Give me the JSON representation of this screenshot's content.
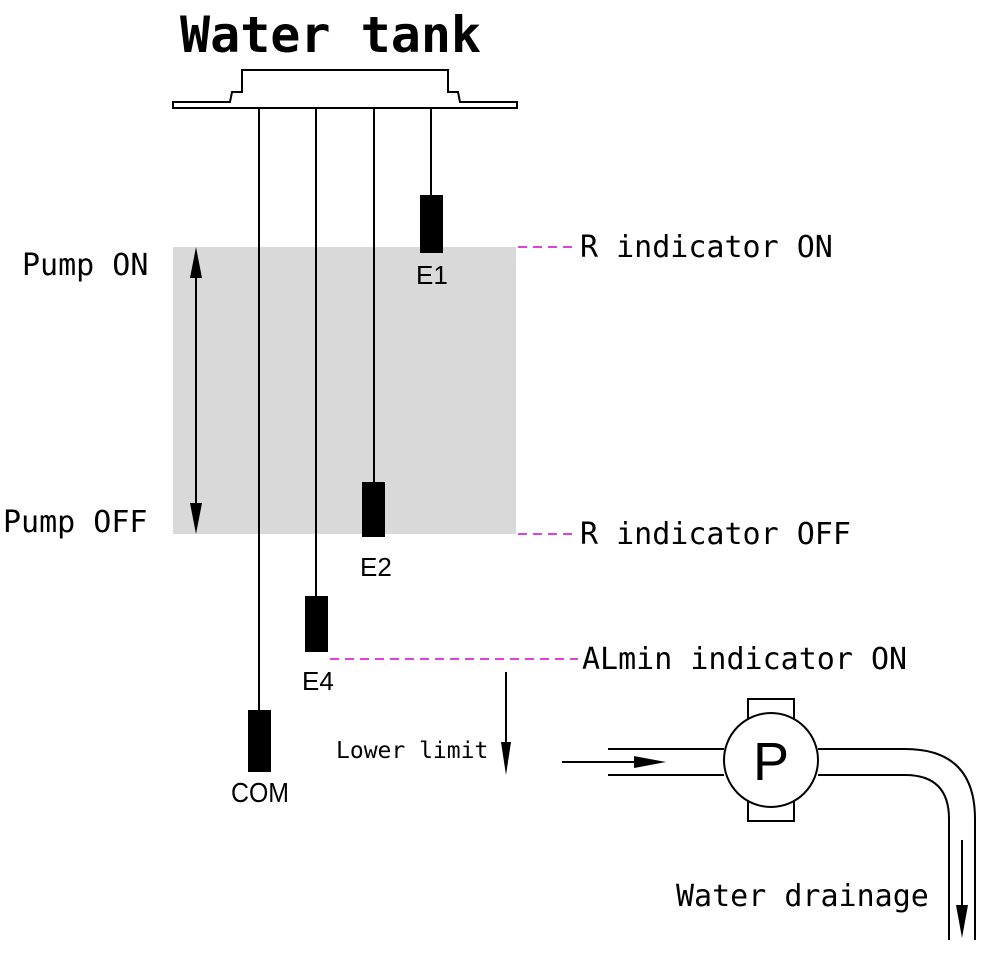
{
  "title": "Water tank",
  "electrodes": {
    "e1": "E1",
    "e2": "E2",
    "e4": "E4",
    "com": "COM"
  },
  "labels": {
    "pump_on": "Pump ON",
    "pump_off": "Pump OFF",
    "r_indicator_on": "R indicator ON",
    "r_indicator_off": "R indicator OFF",
    "almin_indicator_on": "ALmin indicator ON",
    "lower_limit": "Lower limit",
    "water_drainage": "Water drainage",
    "pump_symbol": "P"
  },
  "colors": {
    "zone_fill": "#d9d9d9",
    "leader_line": "#e040e0",
    "stroke": "#000000"
  }
}
